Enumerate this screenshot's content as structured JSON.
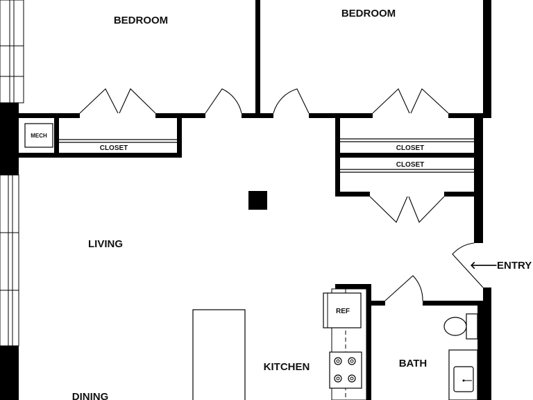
{
  "plan": {
    "rooms": {
      "bedroom_left": "BEDROOM",
      "bedroom_right": "BEDROOM",
      "living": "LIVING",
      "dining": "DINING",
      "kitchen": "KITCHEN",
      "bath": "BATH"
    },
    "closets": {
      "left": "CLOSET",
      "right_upper": "CLOSET",
      "right_lower": "CLOSET"
    },
    "fixtures": {
      "mech": "MECH",
      "ref": "REF"
    },
    "entry": {
      "arrow": "🡐",
      "label": "ENTRY"
    }
  }
}
